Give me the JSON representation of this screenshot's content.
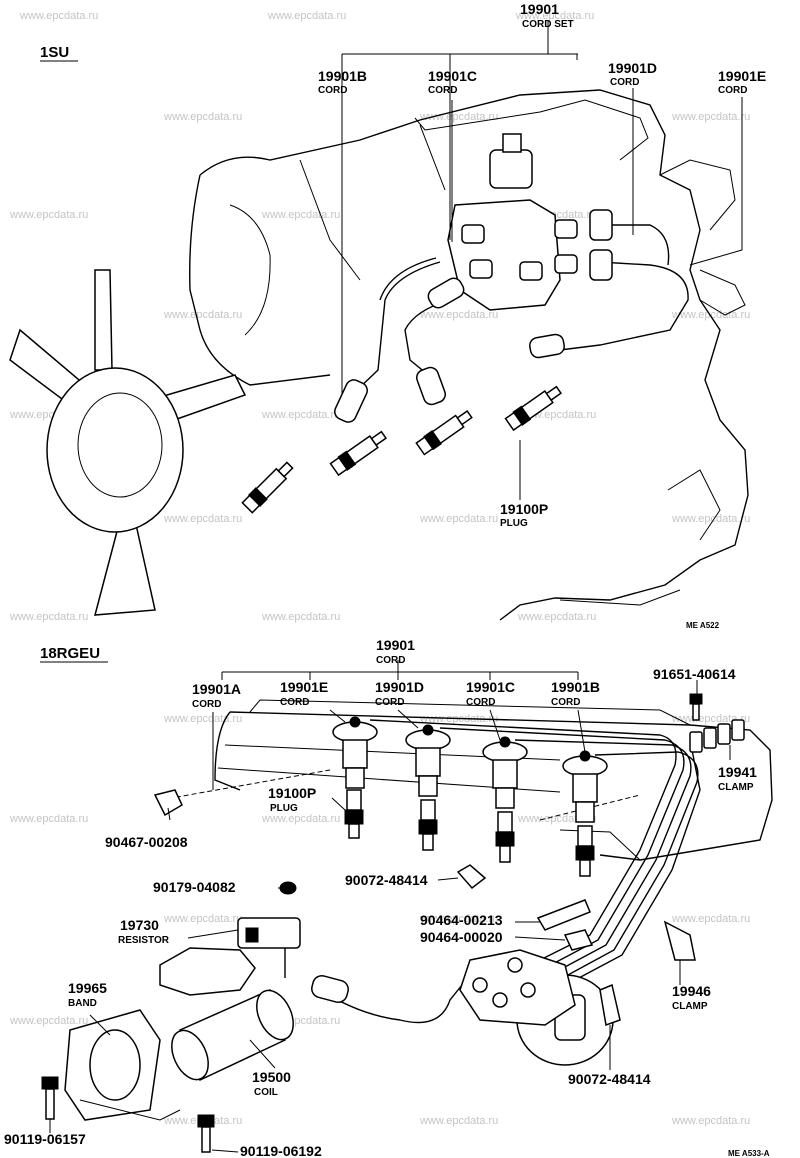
{
  "watermark": "www.epcdata.ru",
  "top_section": {
    "label": "1SU",
    "image_ref": "ME  A522",
    "callouts": [
      {
        "number": "19901",
        "name": "CORD SET"
      },
      {
        "number": "19901B",
        "name": "CORD"
      },
      {
        "number": "19901C",
        "name": "CORD"
      },
      {
        "number": "19901D",
        "name": "CORD"
      },
      {
        "number": "19901E",
        "name": "CORD"
      },
      {
        "number": "19100P",
        "name": "PLUG"
      }
    ]
  },
  "bottom_section": {
    "label": "18RGEU",
    "image_ref": "ME  A533-A",
    "callouts": [
      {
        "number": "19901",
        "name": "CORD"
      },
      {
        "number": "19901A",
        "name": "CORD"
      },
      {
        "number": "19901E",
        "name": "CORD"
      },
      {
        "number": "19901D",
        "name": "CORD"
      },
      {
        "number": "19901C",
        "name": "CORD"
      },
      {
        "number": "19901B",
        "name": "CORD"
      },
      {
        "number": "91651-40614",
        "name": ""
      },
      {
        "number": "19941",
        "name": "CLAMP"
      },
      {
        "number": "19100P",
        "name": "PLUG"
      },
      {
        "number": "90467-00208",
        "name": ""
      },
      {
        "number": "90072-48414",
        "name": ""
      },
      {
        "number": "90179-04082",
        "name": ""
      },
      {
        "number": "90464-00213",
        "name": ""
      },
      {
        "number": "90464-00020",
        "name": ""
      },
      {
        "number": "19730",
        "name": "RESISTOR"
      },
      {
        "number": "19946",
        "name": "CLAMP"
      },
      {
        "number": "19965",
        "name": "BAND"
      },
      {
        "number": "19500",
        "name": "COIL"
      },
      {
        "number": "90072-48414",
        "name": ""
      },
      {
        "number": "90119-06157",
        "name": ""
      },
      {
        "number": "90119-06192",
        "name": ""
      }
    ]
  }
}
